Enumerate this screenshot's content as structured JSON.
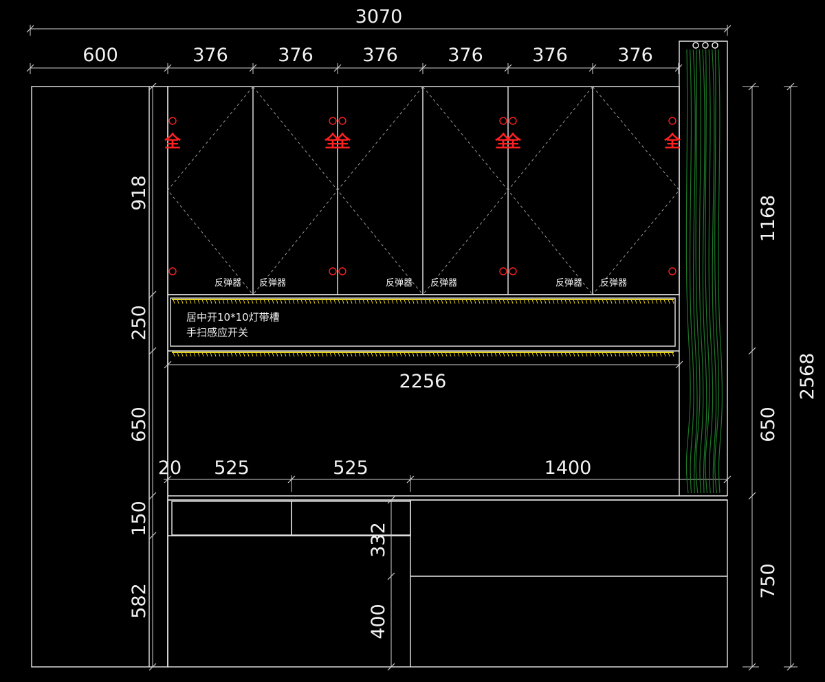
{
  "drawing": {
    "colors": {
      "background": "#000000",
      "lines": "#e8e8e8",
      "dimension_text": "#f2f2f2",
      "hinge_marks": "#ff2020",
      "led_strip": "#e6d21a",
      "curtain": "#1f7a2a"
    },
    "top_dims": {
      "overall": "3070",
      "left_panel": "600",
      "door_widths": [
        "376",
        "376",
        "376",
        "376",
        "376",
        "376"
      ]
    },
    "left_dims": {
      "upper_cabinet": "918",
      "light_slot": "250",
      "open_niche": "650",
      "drawer": "150",
      "lower_cabinet": "582"
    },
    "right_dims": {
      "upper_section": "1168",
      "open_section": "650",
      "lower_section": "750",
      "overall_height": "2568"
    },
    "middle_dims": {
      "slot_width": "2256",
      "gap": "20",
      "drawer_left": "525",
      "drawer_right": "525",
      "right_cabinet": "1400",
      "mid_upper": "332",
      "mid_lower": "400"
    },
    "labels": {
      "rebound_device": "反弹器",
      "hinge_symbol": "全",
      "light_slot_line1": "居中开10*10灯带槽",
      "light_slot_line2": "手扫感应开关"
    }
  }
}
